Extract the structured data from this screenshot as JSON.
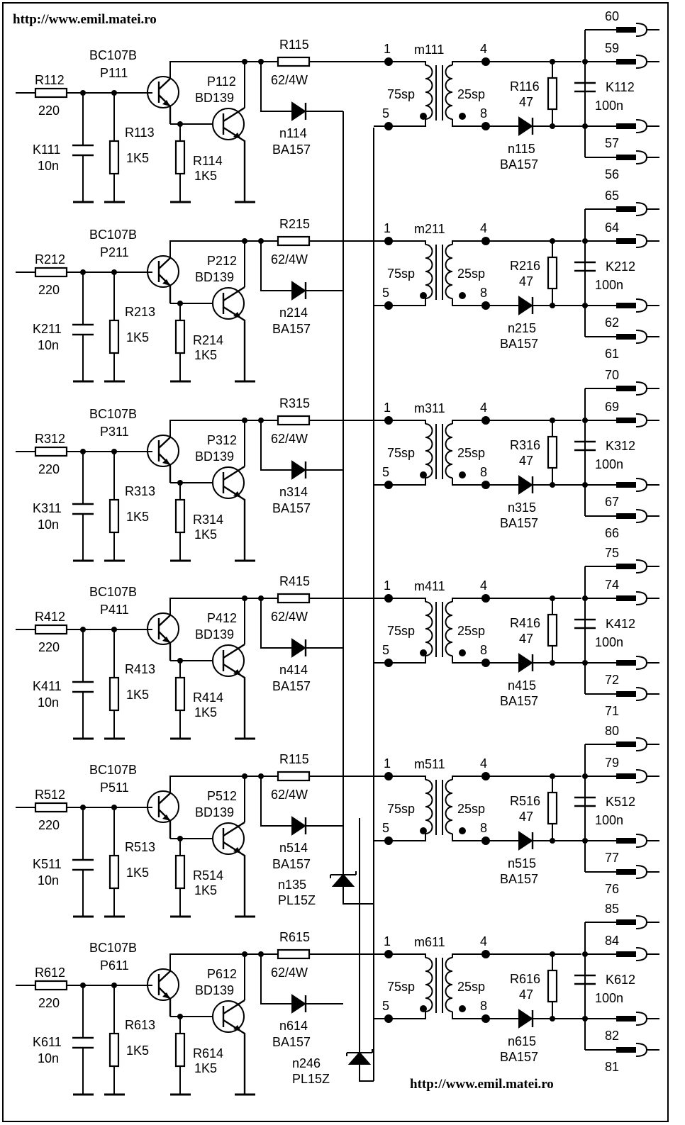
{
  "header_url": "http://www.emil.matei.ro",
  "footer_url": "http://www.emil.matei.ro",
  "zeners": [
    {
      "ref": "n135",
      "type": "PL15Z"
    },
    {
      "ref": "n246",
      "type": "PL15Z"
    }
  ],
  "stages": [
    {
      "rin": "R112",
      "rin_val": "220",
      "cin": "K111",
      "cin_val": "10n",
      "rb": "R113",
      "rb_val": "1K5",
      "t1": "P111",
      "t1_type": "BC107B",
      "t2": "P112",
      "t2_type": "BD139",
      "re": "R114",
      "re_val": "1K5",
      "rc": "R115",
      "rc_val": "62/4W",
      "d1": "n114",
      "d1_type": "BA157",
      "tr": "m111",
      "pin1": "1",
      "pin4": "4",
      "pin5": "5",
      "pin8": "8",
      "prim": "75sp",
      "sec": "25sp",
      "rs": "R116",
      "rs_val": "47",
      "d2": "n115",
      "d2_type": "BA157",
      "cs": "K112",
      "cs_val": "100n",
      "o1": "60",
      "o2": "59",
      "o3": "57",
      "o4": "56"
    },
    {
      "rin": "R212",
      "rin_val": "220",
      "cin": "K211",
      "cin_val": "10n",
      "rb": "R213",
      "rb_val": "1K5",
      "t1": "P211",
      "t1_type": "BC107B",
      "t2": "P212",
      "t2_type": "BD139",
      "re": "R214",
      "re_val": "1K5",
      "rc": "R215",
      "rc_val": "62/4W",
      "d1": "n214",
      "d1_type": "BA157",
      "tr": "m211",
      "pin1": "1",
      "pin4": "4",
      "pin5": "5",
      "pin8": "8",
      "prim": "75sp",
      "sec": "25sp",
      "rs": "R216",
      "rs_val": "47",
      "d2": "n215",
      "d2_type": "BA157",
      "cs": "K212",
      "cs_val": "100n",
      "o1": "65",
      "o2": "64",
      "o3": "62",
      "o4": "61"
    },
    {
      "rin": "R312",
      "rin_val": "220",
      "cin": "K311",
      "cin_val": "10n",
      "rb": "R313",
      "rb_val": "1K5",
      "t1": "P311",
      "t1_type": "BC107B",
      "t2": "P312",
      "t2_type": "BD139",
      "re": "R314",
      "re_val": "1K5",
      "rc": "R315",
      "rc_val": "62/4W",
      "d1": "n314",
      "d1_type": "BA157",
      "tr": "m311",
      "pin1": "1",
      "pin4": "4",
      "pin5": "5",
      "pin8": "8",
      "prim": "75sp",
      "sec": "25sp",
      "rs": "R316",
      "rs_val": "47",
      "d2": "n315",
      "d2_type": "BA157",
      "cs": "K312",
      "cs_val": "100n",
      "o1": "70",
      "o2": "69",
      "o3": "67",
      "o4": "66"
    },
    {
      "rin": "R412",
      "rin_val": "220",
      "cin": "K411",
      "cin_val": "10n",
      "rb": "R413",
      "rb_val": "1K5",
      "t1": "P411",
      "t1_type": "BC107B",
      "t2": "P412",
      "t2_type": "BD139",
      "re": "R414",
      "re_val": "1K5",
      "rc": "R415",
      "rc_val": "62/4W",
      "d1": "n414",
      "d1_type": "BA157",
      "tr": "m411",
      "pin1": "1",
      "pin4": "4",
      "pin5": "5",
      "pin8": "8",
      "prim": "75sp",
      "sec": "25sp",
      "rs": "R416",
      "rs_val": "47",
      "d2": "n415",
      "d2_type": "BA157",
      "cs": "K412",
      "cs_val": "100n",
      "o1": "75",
      "o2": "74",
      "o3": "72",
      "o4": "71"
    },
    {
      "rin": "R512",
      "rin_val": "220",
      "cin": "K511",
      "cin_val": "10n",
      "rb": "R513",
      "rb_val": "1K5",
      "t1": "P511",
      "t1_type": "BC107B",
      "t2": "P512",
      "t2_type": "BD139",
      "re": "R514",
      "re_val": "1K5",
      "rc": "R115",
      "rc_val": "62/4W",
      "d1": "n514",
      "d1_type": "BA157",
      "tr": "m511",
      "pin1": "1",
      "pin4": "4",
      "pin5": "5",
      "pin8": "8",
      "prim": "75sp",
      "sec": "25sp",
      "rs": "R516",
      "rs_val": "47",
      "d2": "n515",
      "d2_type": "BA157",
      "cs": "K512",
      "cs_val": "100n",
      "o1": "80",
      "o2": "79",
      "o3": "77",
      "o4": "76"
    },
    {
      "rin": "R612",
      "rin_val": "220",
      "cin": "K611",
      "cin_val": "10n",
      "rb": "R613",
      "rb_val": "1K5",
      "t1": "P611",
      "t1_type": "BC107B",
      "t2": "P612",
      "t2_type": "BD139",
      "re": "R614",
      "re_val": "1K5",
      "rc": "R615",
      "rc_val": "62/4W",
      "d1": "n614",
      "d1_type": "BA157",
      "tr": "m611",
      "pin1": "1",
      "pin4": "4",
      "pin5": "5",
      "pin8": "8",
      "prim": "75sp",
      "sec": "25sp",
      "rs": "R616",
      "rs_val": "47",
      "d2": "n615",
      "d2_type": "BA157",
      "cs": "K612",
      "cs_val": "100n",
      "o1": "85",
      "o2": "84",
      "o3": "82",
      "o4": "81"
    }
  ]
}
